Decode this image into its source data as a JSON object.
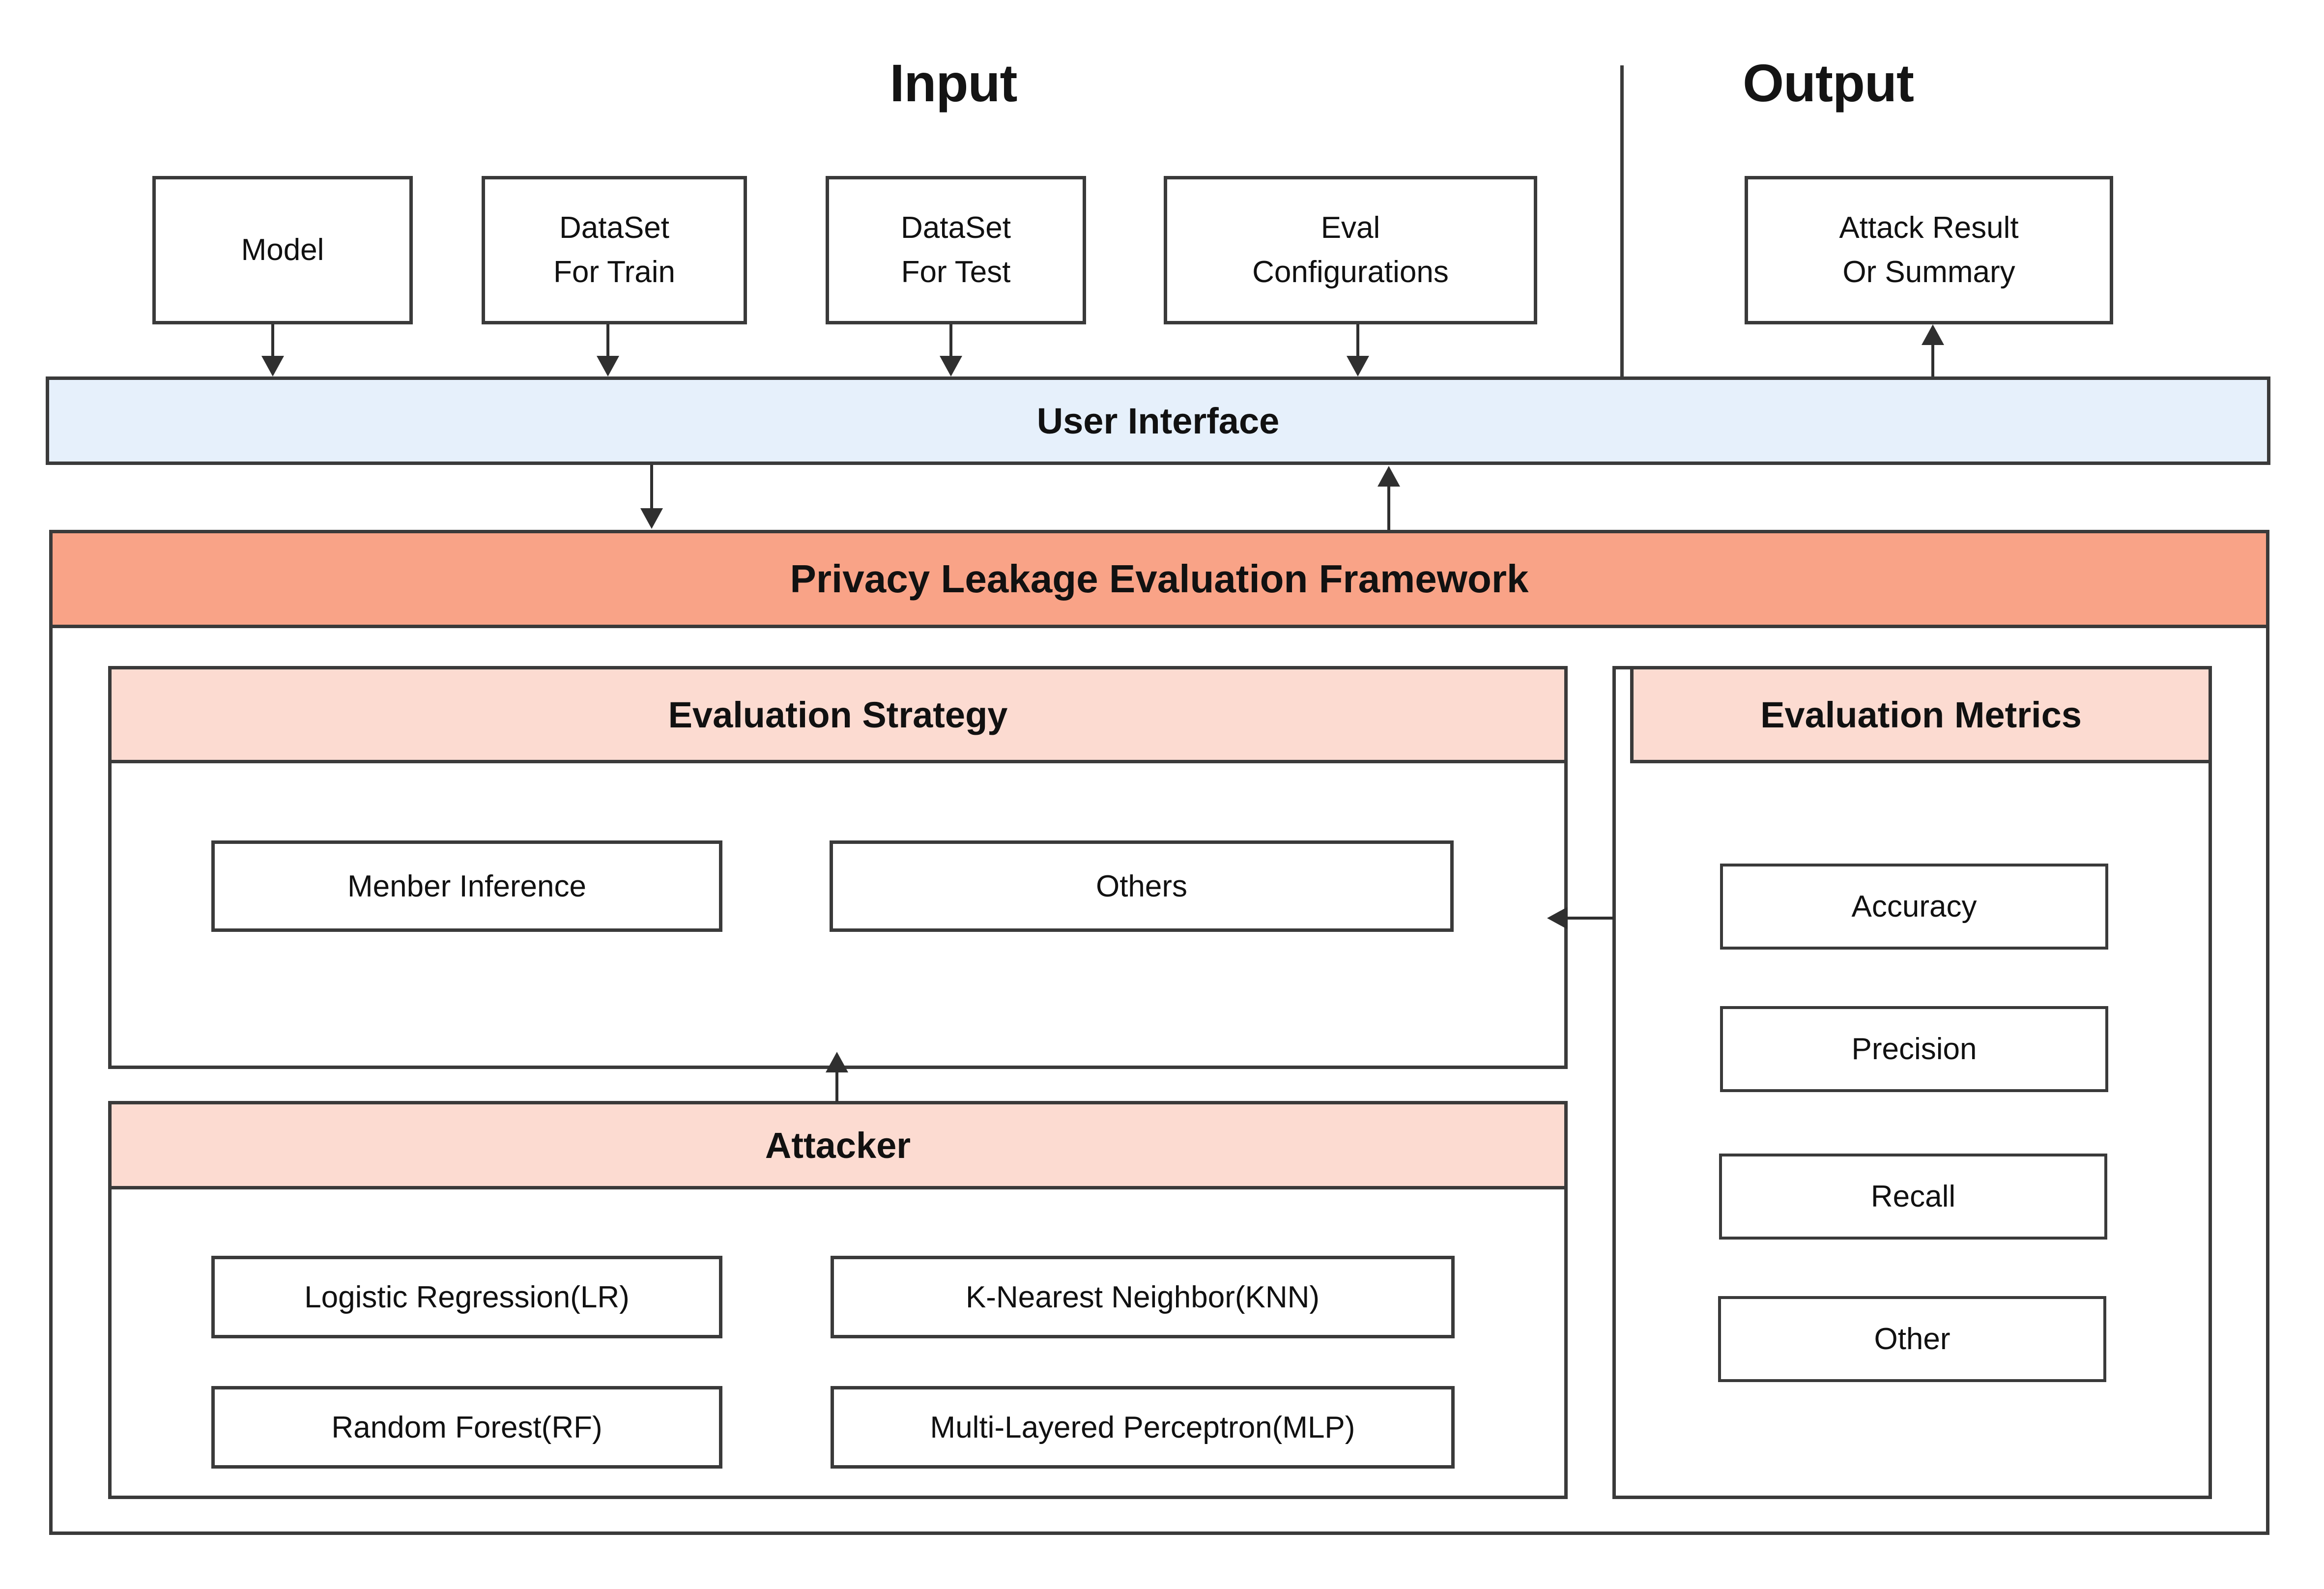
{
  "diagram": {
    "sections": {
      "input_title": "Input",
      "output_title": "Output"
    },
    "input_boxes": [
      {
        "id": "model",
        "lines": [
          "Model"
        ]
      },
      {
        "id": "ds-train",
        "lines": [
          "DataSet",
          "For Train"
        ]
      },
      {
        "id": "ds-test",
        "lines": [
          "DataSet",
          "For Test"
        ]
      },
      {
        "id": "eval-config",
        "lines": [
          "Eval",
          "Configurations"
        ]
      }
    ],
    "output_boxes": [
      {
        "id": "attack-result",
        "lines": [
          "Attack Result",
          "Or Summary"
        ]
      }
    ],
    "user_interface": {
      "label": "User Interface"
    },
    "framework": {
      "label": "Privacy Leakage Evaluation Framework"
    },
    "evaluation_strategy": {
      "label": "Evaluation Strategy",
      "items": [
        "Menber Inference",
        "Others"
      ]
    },
    "attacker": {
      "label": "Attacker",
      "items": [
        "Logistic Regression(LR)",
        "K-Nearest Neighbor(KNN)",
        "Random Forest(RF)",
        "Multi-Layered Perceptron(MLP)"
      ]
    },
    "evaluation_metrics": {
      "label": "Evaluation Metrics",
      "items": [
        "Accuracy",
        "Precision",
        "Recall",
        "Other"
      ]
    },
    "colors": {
      "user_interface_fill": "#e6f0fb",
      "framework_fill": "#f9a387",
      "subsection_fill": "#fcdbd1",
      "stroke": "#3a3a3a",
      "arrow": "#2f2f2f",
      "text": "#111111",
      "background": "#ffffff"
    }
  }
}
